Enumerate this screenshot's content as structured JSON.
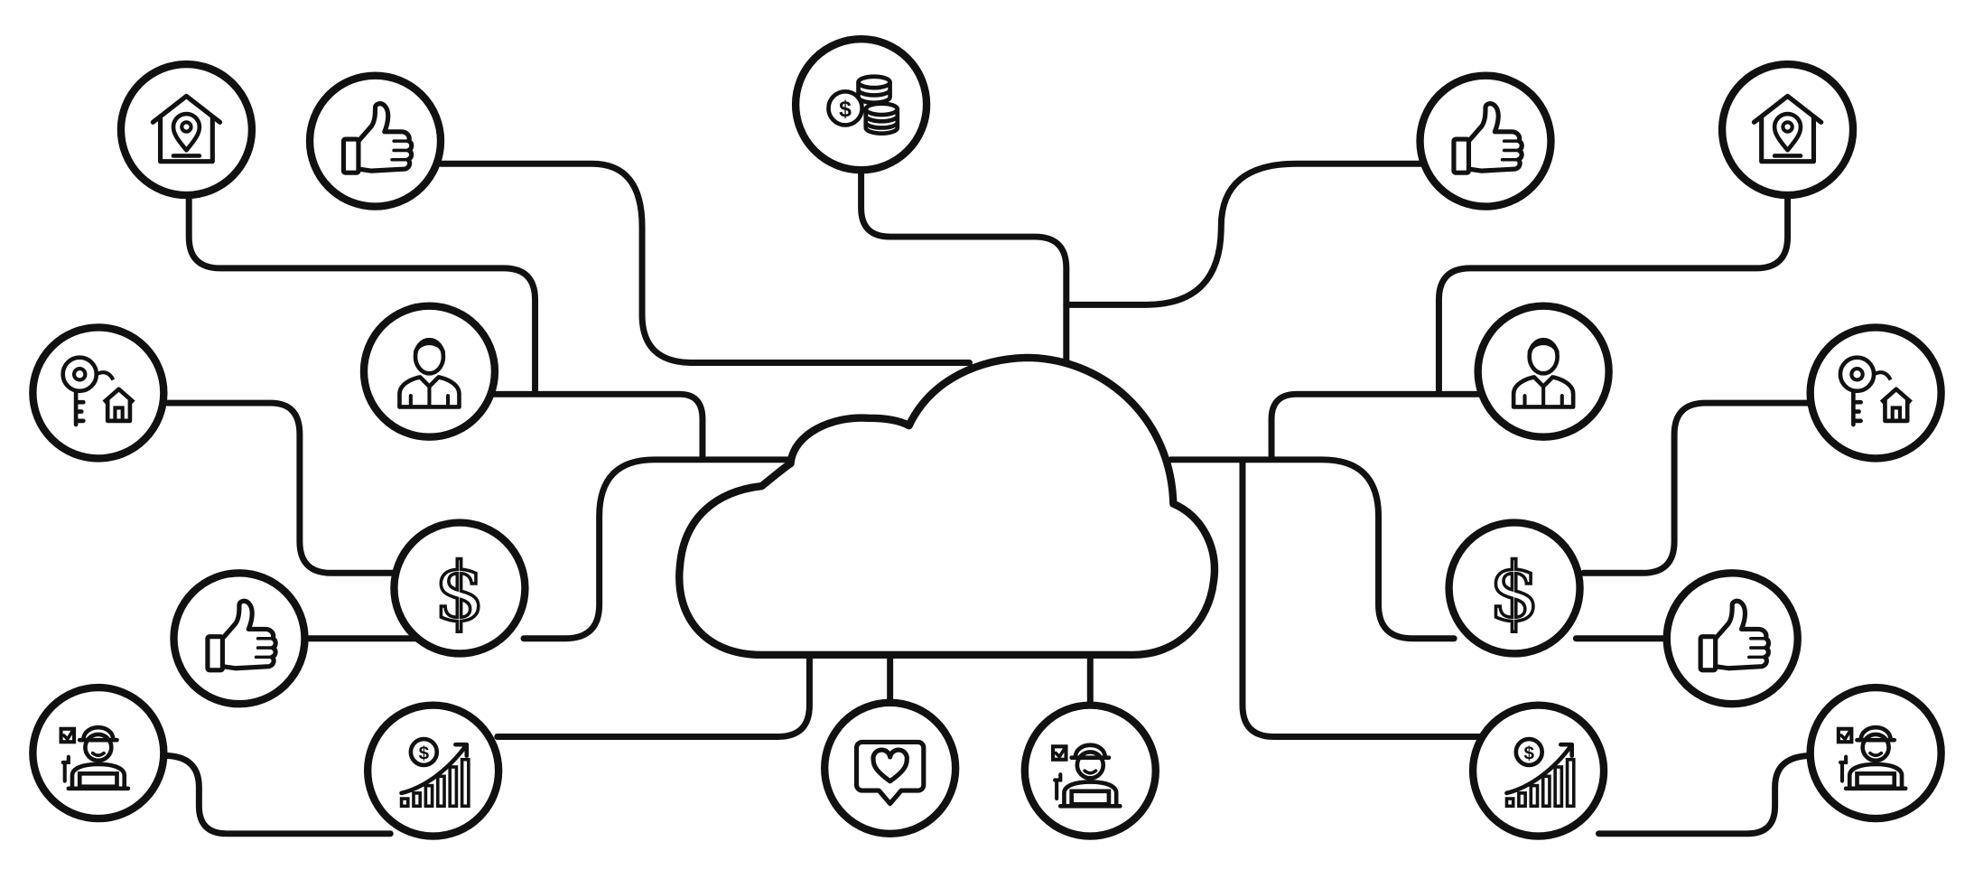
{
  "diagram": {
    "colors": {
      "line": "#111111",
      "fill": "#ffffff",
      "background": "#ffffff"
    },
    "center": {
      "icon": "cloud-icon"
    },
    "nodes": [
      {
        "id": "coins-top",
        "icon": "coins-dollar-icon"
      },
      {
        "id": "home-top-left",
        "icon": "home-location-icon"
      },
      {
        "id": "thumbs-top-left",
        "icon": "thumbs-up-icon"
      },
      {
        "id": "key-left",
        "icon": "key-house-icon"
      },
      {
        "id": "person-left",
        "icon": "businessman-icon"
      },
      {
        "id": "dollar-left",
        "icon": "dollar-sign-icon"
      },
      {
        "id": "thumbs-mid-left",
        "icon": "thumbs-up-icon"
      },
      {
        "id": "worker-bottom-left",
        "icon": "worker-laptop-icon"
      },
      {
        "id": "growth-bottom-left",
        "icon": "money-growth-chart-icon"
      },
      {
        "id": "heart-bottom",
        "icon": "heart-speech-bubble-icon"
      },
      {
        "id": "worker-bottom-center",
        "icon": "worker-laptop-icon"
      },
      {
        "id": "thumbs-top-right",
        "icon": "thumbs-up-icon"
      },
      {
        "id": "home-top-right",
        "icon": "home-location-icon"
      },
      {
        "id": "person-right",
        "icon": "businessman-icon"
      },
      {
        "id": "key-right",
        "icon": "key-house-icon"
      },
      {
        "id": "dollar-right",
        "icon": "dollar-sign-icon"
      },
      {
        "id": "thumbs-mid-right",
        "icon": "thumbs-up-icon"
      },
      {
        "id": "growth-bottom-right",
        "icon": "money-growth-chart-icon"
      },
      {
        "id": "worker-bottom-right",
        "icon": "worker-laptop-icon"
      }
    ]
  }
}
